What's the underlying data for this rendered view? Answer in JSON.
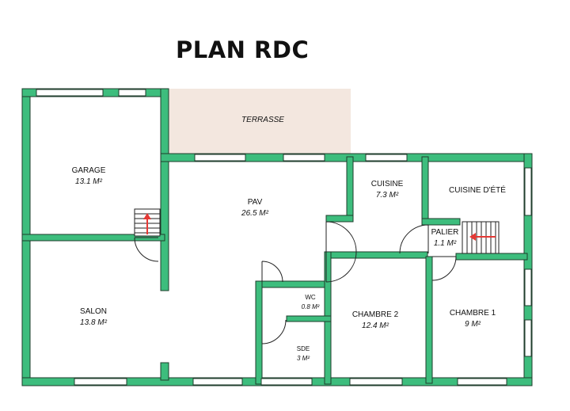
{
  "plan": {
    "title": "PLAN RDC",
    "rooms": [
      {
        "key": "terrasse",
        "name": "TERRASSE",
        "area": ""
      },
      {
        "key": "garage",
        "name": "GARAGE",
        "area": "13.1 M²"
      },
      {
        "key": "pav",
        "name": "PAV",
        "area": "26.5 M²"
      },
      {
        "key": "cuisine",
        "name": "CUISINE",
        "area": "7.3 M²"
      },
      {
        "key": "cuisine-ete",
        "name": "CUISINE D'ÉTÉ",
        "area": ""
      },
      {
        "key": "palier",
        "name": "PALIER",
        "area": "1.1 M²"
      },
      {
        "key": "salon",
        "name": "SALON",
        "area": "13.8 M²"
      },
      {
        "key": "wc",
        "name": "WC",
        "area": "0.8 M²"
      },
      {
        "key": "chambre2",
        "name": "CHAMBRE 2",
        "area": "12.4 M²"
      },
      {
        "key": "chambre1",
        "name": "CHAMBRE 1",
        "area": "9 M²"
      },
      {
        "key": "sde",
        "name": "SDE",
        "area": "3 M²"
      }
    ]
  },
  "colors": {
    "wall": "#3dbd7d",
    "wall_stroke": "#1f3d2c",
    "terrace": "#f3e7df",
    "arrow": "#e53935"
  }
}
